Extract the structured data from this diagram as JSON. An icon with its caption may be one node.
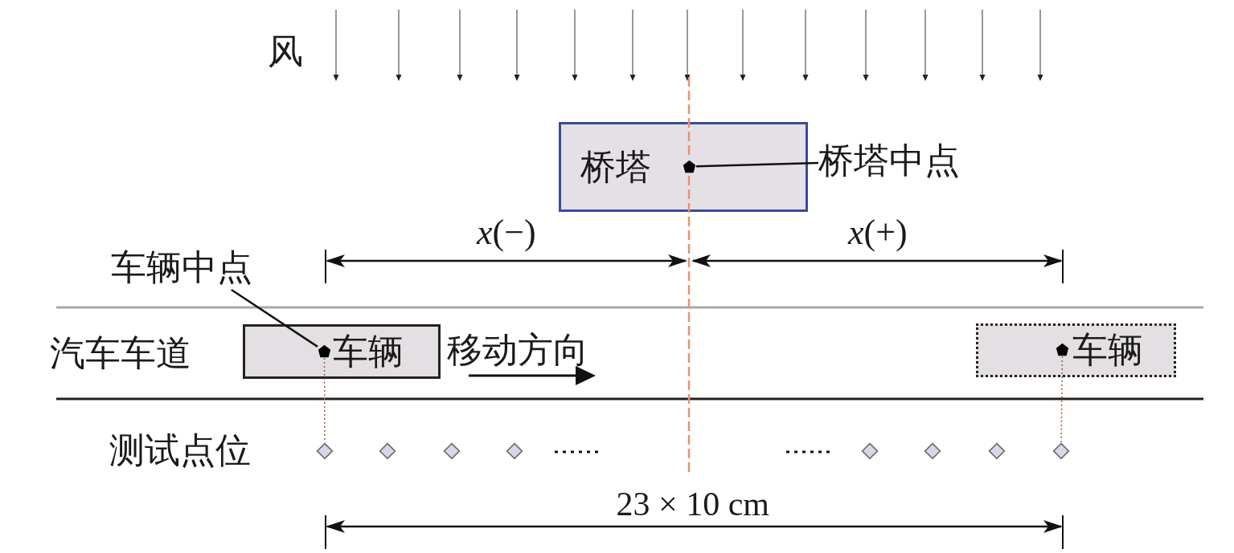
{
  "diagram": {
    "nodes": [
      {
        "text": [
          "桥塔"
        ]
      },
      {
        "text": [],
        "shape": "pentagon",
        "in": 0
      },
      {
        "text": [
          "桥塔中点"
        ]
      },
      {
        "text": [
          "车辆"
        ]
      },
      {
        "text": [],
        "shape": "pentagon",
        "in": 3
      },
      {
        "text": [
          "车辆中点"
        ]
      },
      {
        "text": [
          "车辆"
        ]
      },
      {
        "text": [],
        "shape": "pentagon",
        "in": 6
      },
      {
        "text": [],
        "shape": "diamond"
      },
      {
        "text": [],
        "shape": "diamond"
      },
      {
        "text": [],
        "shape": "diamond"
      },
      {
        "text": [],
        "shape": "diamond"
      },
      {
        "text": [],
        "shape": "diamond"
      },
      {
        "text": [],
        "shape": "diamond"
      },
      {
        "text": [],
        "shape": "diamond"
      },
      {
        "text": [],
        "shape": "diamond"
      }
    ],
    "edges": [
      {
        "from": 2,
        "to": 1,
        "arrow": "none"
      },
      {
        "from": 5,
        "to": 4,
        "arrow": "none"
      },
      {
        "from": 4,
        "to": 8,
        "arrow": "none",
        "style": "dashed",
        "color": "#b05a3c"
      },
      {
        "from": 7,
        "to": 15,
        "arrow": "none",
        "style": "dashed",
        "color": "#b05a3c"
      }
    ],
    "labels": [
      "风",
      "*x*(−)",
      "*x*(+)",
      "汽车车道",
      "移动方向",
      "测试点位",
      "23 × 10 cm"
    ]
  }
}
